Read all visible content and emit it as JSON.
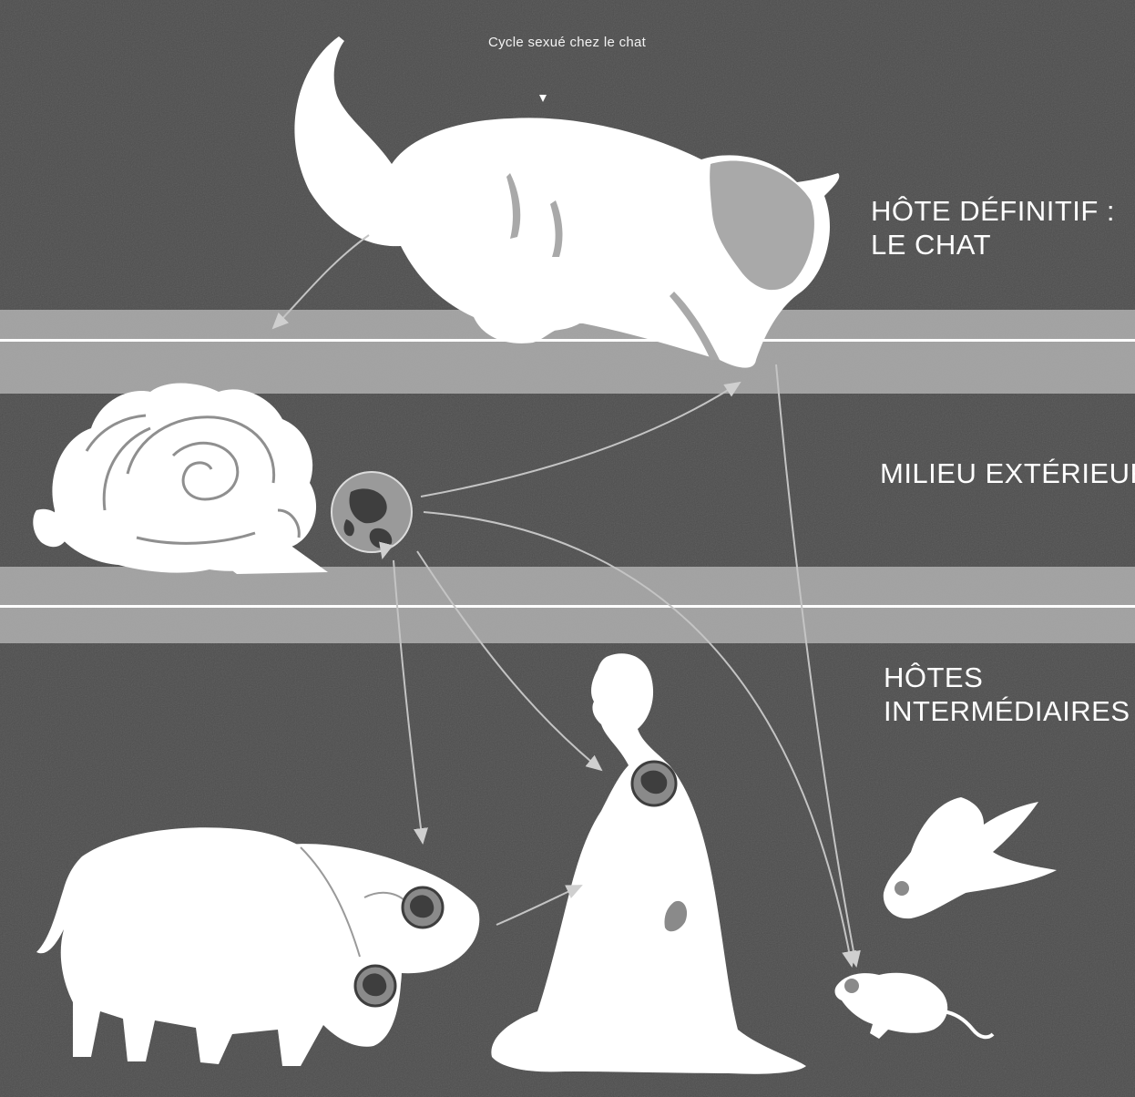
{
  "diagram": {
    "caption": "Cycle sexué chez le chat",
    "zones": {
      "definitive_host": {
        "line1": "HÔTE DÉFINITIF :",
        "line2": "LE CHAT"
      },
      "external_environment": {
        "line1": "MILIEU EXTÉRIEUR"
      },
      "intermediate_hosts": {
        "line1": "HÔTES",
        "line2": "INTERMÉDIAIRES"
      }
    },
    "figures": [
      "cat-silhouette",
      "lettuce-illustration",
      "oocyst",
      "human-silhouette",
      "pig-silhouette",
      "pig-silhouette-second",
      "bird-silhouette",
      "mouse-silhouette",
      "cyst"
    ],
    "colors": {
      "background": "#4d4d4d",
      "band": "#a8a8a8",
      "divider": "#ffffff",
      "silhouette": "#ffffff",
      "cyst": "#8a8a8a",
      "arrow": "#bdbdbd"
    }
  }
}
